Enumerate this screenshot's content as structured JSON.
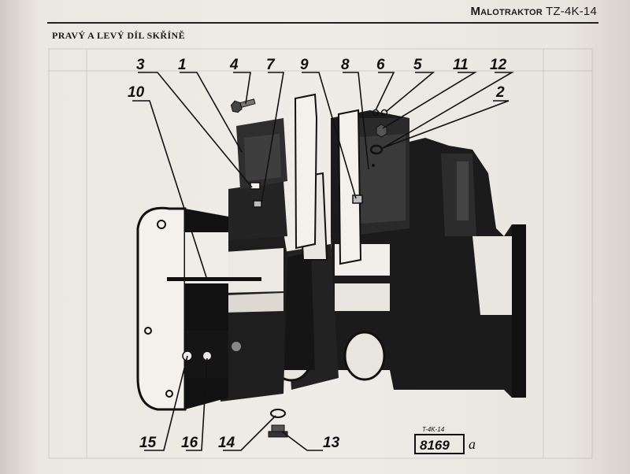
{
  "header": {
    "title_prefix": "Malotraktor",
    "title_model": "TZ-4K-14"
  },
  "section": {
    "title": "PRAVÝ A LEVÝ DÍL SKŘÍNĚ"
  },
  "callouts": {
    "top": [
      "3",
      "1",
      "4",
      "7",
      "9",
      "8",
      "6",
      "5",
      "11",
      "12"
    ],
    "side": [
      "10",
      "2"
    ],
    "bottom": [
      "15",
      "16",
      "14",
      "13"
    ]
  },
  "stamp": {
    "small": "T-4K-14",
    "number": "8169",
    "suffix": "a"
  }
}
